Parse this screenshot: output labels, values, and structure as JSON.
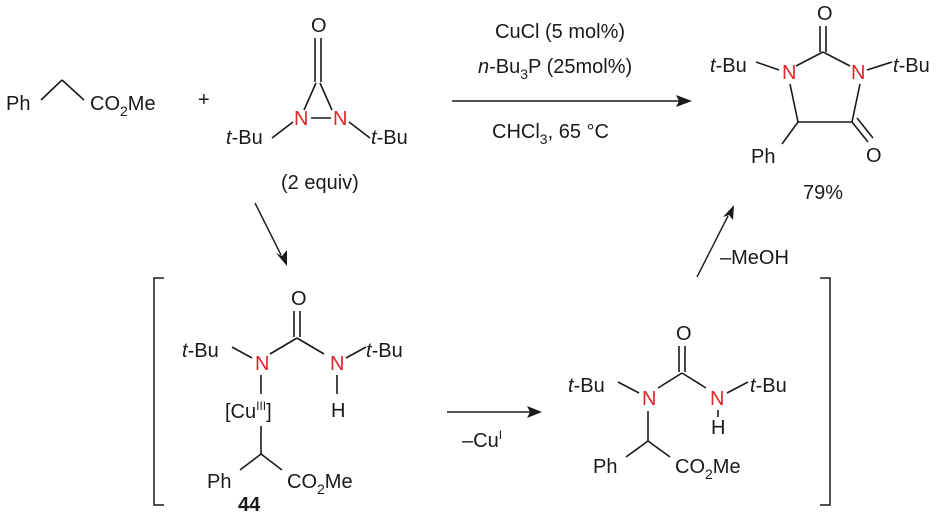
{
  "reactant_ester": {
    "ph": "Ph",
    "ester_co": "CO",
    "ester_sub": "2",
    "ester_me": "Me"
  },
  "plus": "+",
  "diaziridinone": {
    "o": "O",
    "n1": "N",
    "n2": "N",
    "tbu_left_t": "t",
    "tbu_left_bu": "-Bu",
    "tbu_right_t": "t",
    "tbu_right_bu": "-Bu",
    "equiv": "(2 equiv)"
  },
  "conditions": {
    "catalyst": "CuCl (5 mol%)",
    "ligand_n": "n",
    "ligand_a": "-Bu",
    "ligand_sub": "3",
    "ligand_b": "P (25mol%)",
    "solvent_a": "CHCl",
    "solvent_sub": "3",
    "solvent_b": ", 65 °C"
  },
  "product": {
    "o_top": "O",
    "o_right": "O",
    "n1": "N",
    "n3": "N",
    "tbu_left_t": "t",
    "tbu_left_bu": "-Bu",
    "tbu_right_t": "t",
    "tbu_right_bu": "-Bu",
    "ph": "Ph",
    "yield": "79%"
  },
  "intermediate_44": {
    "o": "O",
    "n1": "N",
    "n2": "N",
    "h": "H",
    "tbu_left_t": "t",
    "tbu_left_bu": "-Bu",
    "tbu_right_t": "t",
    "tbu_right_bu": "-Bu",
    "cu_open": "[Cu",
    "cu_sup": "III",
    "cu_close": "]",
    "ph": "Ph",
    "ester_co": "CO",
    "ester_sub": "2",
    "ester_me": "Me",
    "label": "44"
  },
  "step_minus_cu": {
    "text": "–Cu",
    "sup": "I"
  },
  "intermediate_urea": {
    "o": "O",
    "n1": "N",
    "n2": "N",
    "h": "H",
    "tbu_left_t": "t",
    "tbu_left_bu": "-Bu",
    "tbu_right_t": "t",
    "tbu_right_bu": "-Bu",
    "ph": "Ph",
    "ester_co": "CO",
    "ester_sub": "2",
    "ester_me": "Me"
  },
  "step_minus_meoh": "–MeOH"
}
